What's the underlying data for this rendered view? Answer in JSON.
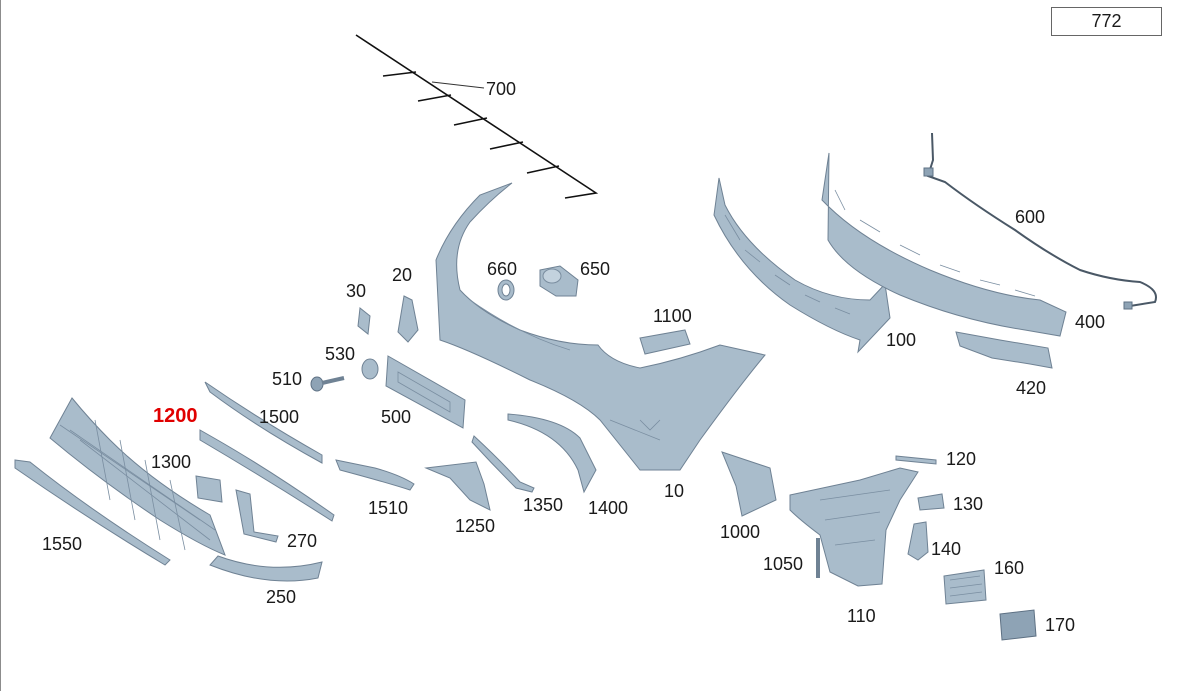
{
  "diagram_id": "772",
  "highlight_color": "#e00000",
  "part_color": "#a9bccb",
  "labels": {
    "p772": "772",
    "p700": "700",
    "p600": "600",
    "p660": "660",
    "p650": "650",
    "p20": "20",
    "p30": "30",
    "p530": "530",
    "p510": "510",
    "p1100": "1100",
    "p100": "100",
    "p400": "400",
    "p420": "420",
    "p1200": "1200",
    "p1500": "1500",
    "p500": "500",
    "p1300": "1300",
    "p1510": "1510",
    "p1250": "1250",
    "p1350": "1350",
    "p1400": "1400",
    "p10": "10",
    "p270": "270",
    "p1550": "1550",
    "p250": "250",
    "p1000": "1000",
    "p120": "120",
    "p130": "130",
    "p140": "140",
    "p1050": "1050",
    "p160": "160",
    "p110": "110",
    "p170": "170"
  }
}
